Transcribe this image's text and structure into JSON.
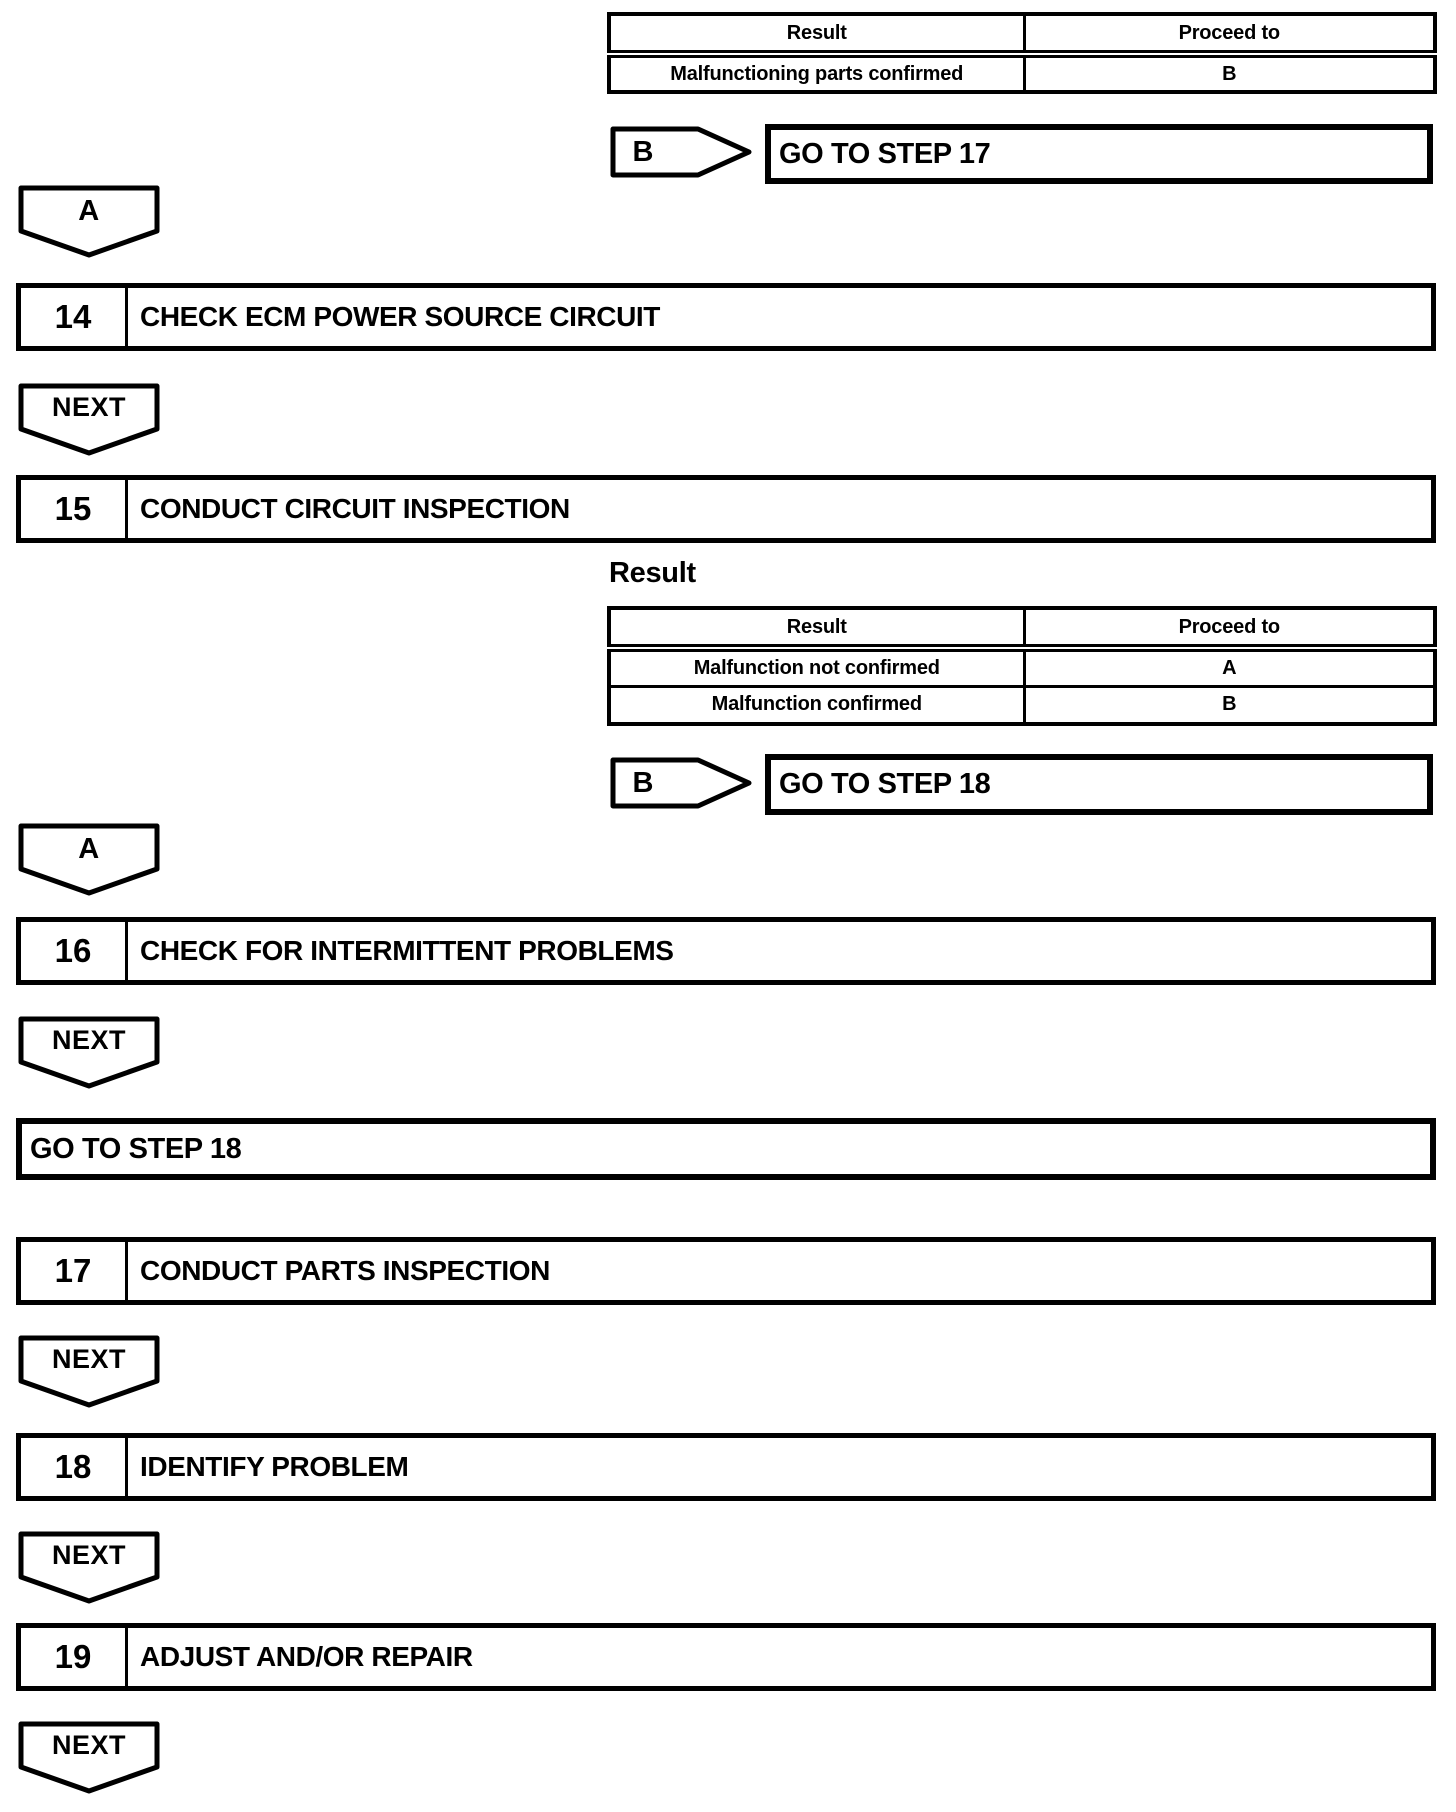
{
  "colors": {
    "ink": "#000000",
    "paper": "#ffffff"
  },
  "labels": {
    "a": "A",
    "b": "B",
    "next": "NEXT"
  },
  "result_heading": "Result",
  "table1": {
    "col_result": "Result",
    "col_proceed": "Proceed to",
    "rows": [
      {
        "result": "Malfunctioning parts confirmed",
        "proceed": "B"
      }
    ]
  },
  "table2": {
    "col_result": "Result",
    "col_proceed": "Proceed to",
    "rows": [
      {
        "result": "Malfunction not confirmed",
        "proceed": "A"
      },
      {
        "result": "Malfunction confirmed",
        "proceed": "B"
      }
    ]
  },
  "gotos": {
    "step17": "GO TO STEP 17",
    "step18": "GO TO STEP 18",
    "step18_standalone": "GO TO STEP 18"
  },
  "steps": [
    {
      "num": "14",
      "title": "CHECK ECM POWER SOURCE CIRCUIT"
    },
    {
      "num": "15",
      "title": "CONDUCT CIRCUIT INSPECTION"
    },
    {
      "num": "16",
      "title": "CHECK FOR INTERMITTENT PROBLEMS"
    },
    {
      "num": "17",
      "title": "CONDUCT PARTS INSPECTION"
    },
    {
      "num": "18",
      "title": "IDENTIFY PROBLEM"
    },
    {
      "num": "19",
      "title": "ADJUST AND/OR REPAIR"
    }
  ]
}
